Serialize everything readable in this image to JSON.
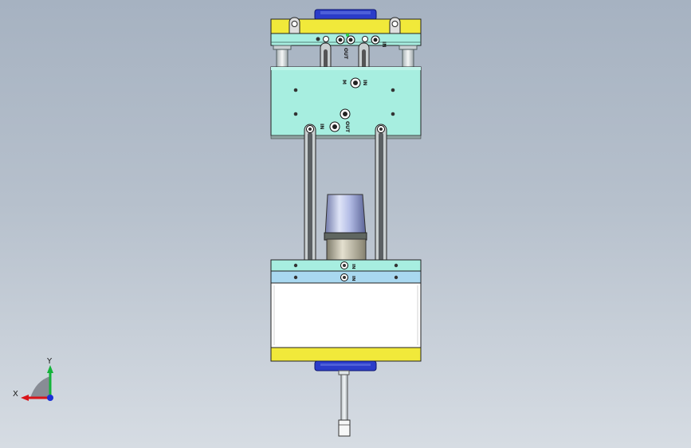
{
  "triad": {
    "x_label": "X",
    "y_label": "Y"
  },
  "port_labels": {
    "top_in": "IN",
    "top_out": "OUT",
    "mid_in": "IN",
    "mid_out": "OUT",
    "mid_m": "M",
    "mid_in2": "IN",
    "low_in": "IN",
    "low_in2": "IN"
  },
  "colors": {
    "background_top": "#a6b2c1",
    "background_bottom": "#d6dce3",
    "plate_cyan": "#a7eee0",
    "plate_blue": "#a9d8f0",
    "plate_yellow": "#f1e93a",
    "cylinder_blue": "#2a3cc8",
    "axis_x": "#d9141a",
    "axis_y": "#14b33a",
    "axis_z": "#1a2fd6"
  }
}
